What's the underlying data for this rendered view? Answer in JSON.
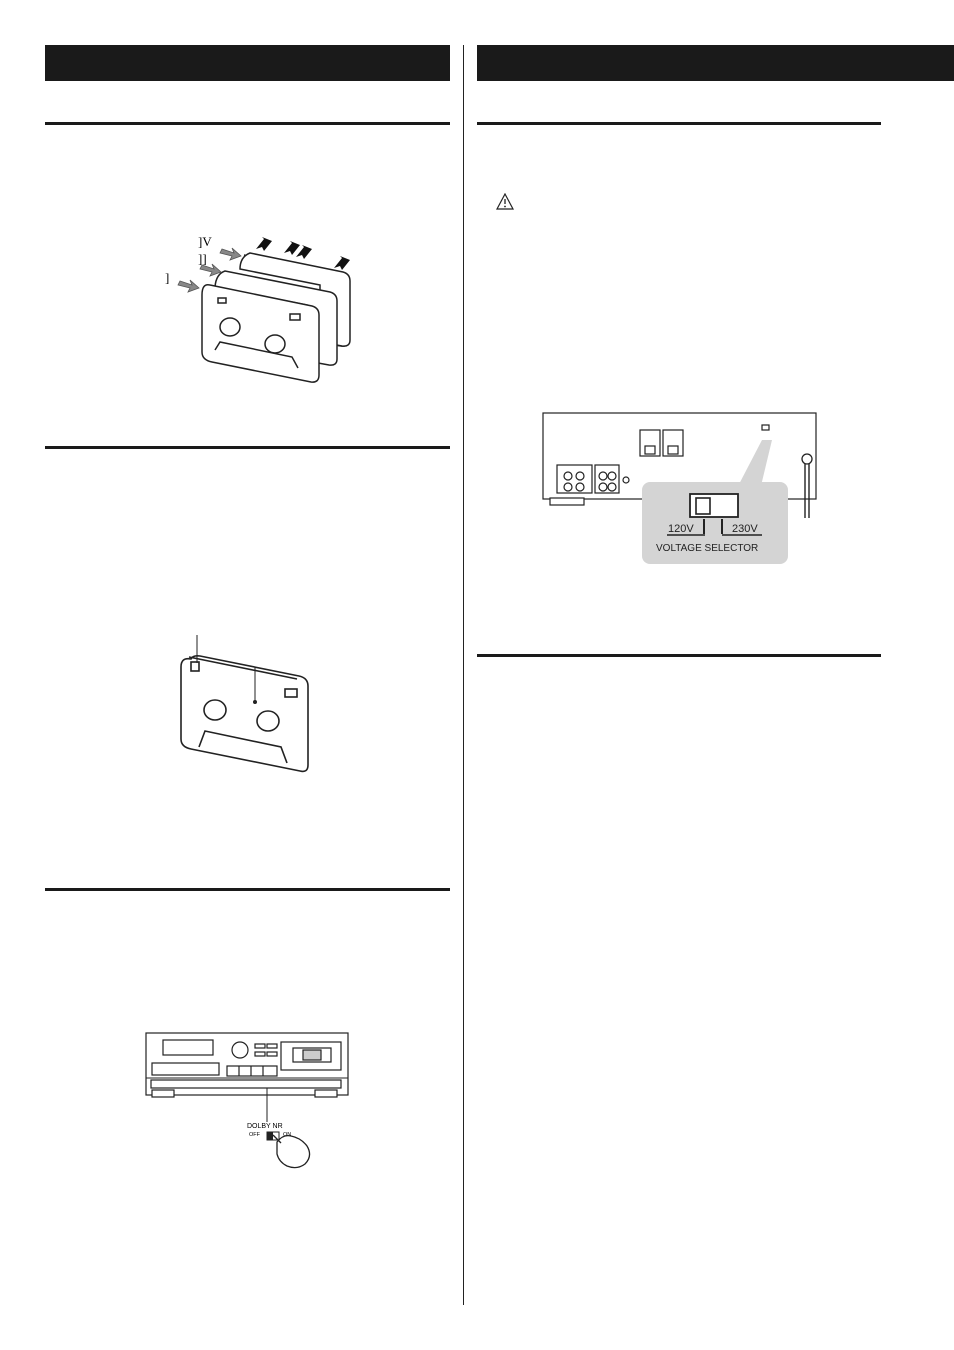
{
  "left_column": {
    "cassette_types_figure": {
      "labels": [
        "]V",
        "]]",
        "]"
      ]
    },
    "dolby_figure": {
      "switch_label": "DOLBY NR",
      "off_label": "OFF",
      "on_label": "ON"
    }
  },
  "right_column": {
    "voltage_figure": {
      "left_option": "120V",
      "right_option": "230V",
      "caption": "VOLTAGE SELECTOR"
    }
  }
}
